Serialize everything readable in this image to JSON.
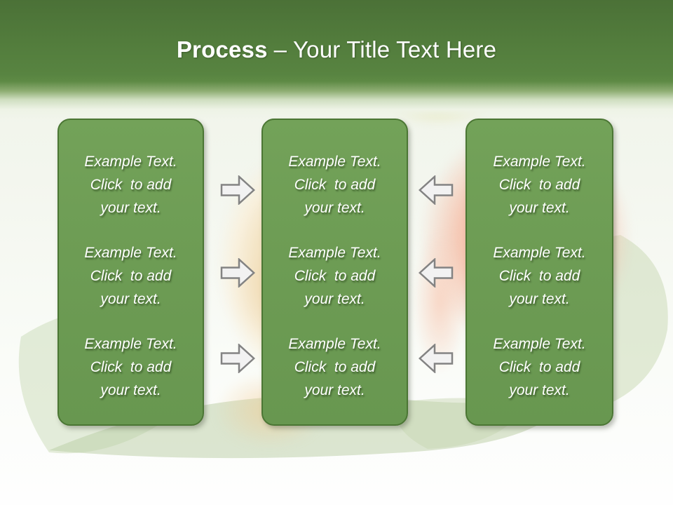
{
  "slide": {
    "header": {
      "title_primary": "Process",
      "title_secondary": "– Your Title Text Here"
    },
    "columns": [
      {
        "items": [
          {
            "lines": [
              "Example Text.",
              "Click  to add",
              "your text."
            ]
          },
          {
            "lines": [
              "Example Text.",
              "Click  to add",
              "your text."
            ]
          },
          {
            "lines": [
              "Example Text.",
              "Click  to add",
              "your text."
            ]
          }
        ]
      },
      {
        "items": [
          {
            "lines": [
              "Example Text.",
              "Click  to add",
              "your text."
            ]
          },
          {
            "lines": [
              "Example Text.",
              "Click  to add",
              "your text."
            ]
          },
          {
            "lines": [
              "Example Text.",
              "Click  to add",
              "your text."
            ]
          }
        ]
      },
      {
        "items": [
          {
            "lines": [
              "Example Text.",
              "Click  to add",
              "your text."
            ]
          },
          {
            "lines": [
              "Example Text.",
              "Click  to add",
              "your text."
            ]
          },
          {
            "lines": [
              "Example Text.",
              "Click  to add",
              "your text."
            ]
          }
        ]
      }
    ],
    "arrows": [
      {
        "direction": "right"
      },
      {
        "direction": "right"
      },
      {
        "direction": "right"
      },
      {
        "direction": "left"
      },
      {
        "direction": "left"
      },
      {
        "direction": "left"
      }
    ],
    "colors": {
      "header_green_top": "#4b7137",
      "header_green_bottom": "#5e8a45",
      "box_fill": "#6e9d55",
      "box_border": "#4b7634",
      "box_text": "#ffffff",
      "title_text": "#ffffff",
      "arrow_fill": "#f2f2f2",
      "arrow_border": "#838383"
    }
  }
}
